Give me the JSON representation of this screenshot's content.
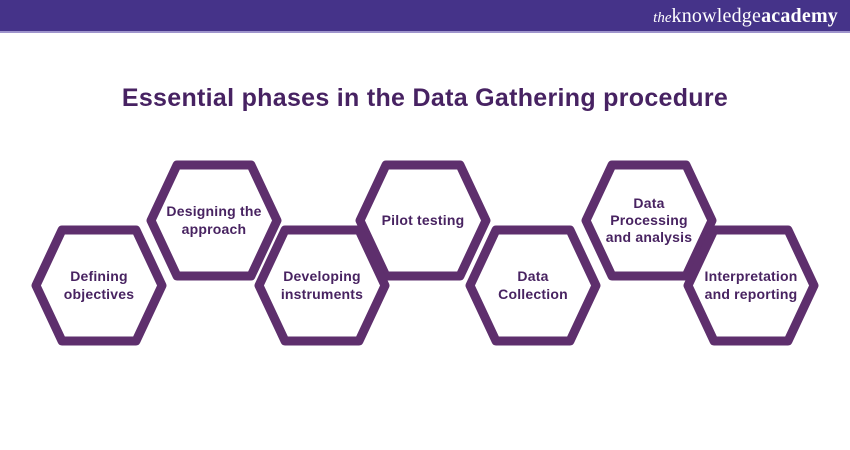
{
  "header": {
    "bg_color": "#453389",
    "underline_color": "#9e94cc",
    "logo": {
      "the": "the",
      "knowledge": "knowledge",
      "academy": "academy"
    }
  },
  "title": "Essential phases in the Data Gathering procedure",
  "colors": {
    "title_text": "#472262",
    "hex_border": "#5e2f6d",
    "hex_fill": "#ffffff",
    "hex_label_text": "#482361"
  },
  "phases": [
    {
      "label": "Defining\nobjectives"
    },
    {
      "label": "Designing the\napproach"
    },
    {
      "label": "Developing\ninstruments"
    },
    {
      "label": "Pilot testing"
    },
    {
      "label": "Data\nCollection"
    },
    {
      "label": "Data\nProcessing\nand analysis"
    },
    {
      "label": "Interpretation\nand reporting"
    }
  ]
}
